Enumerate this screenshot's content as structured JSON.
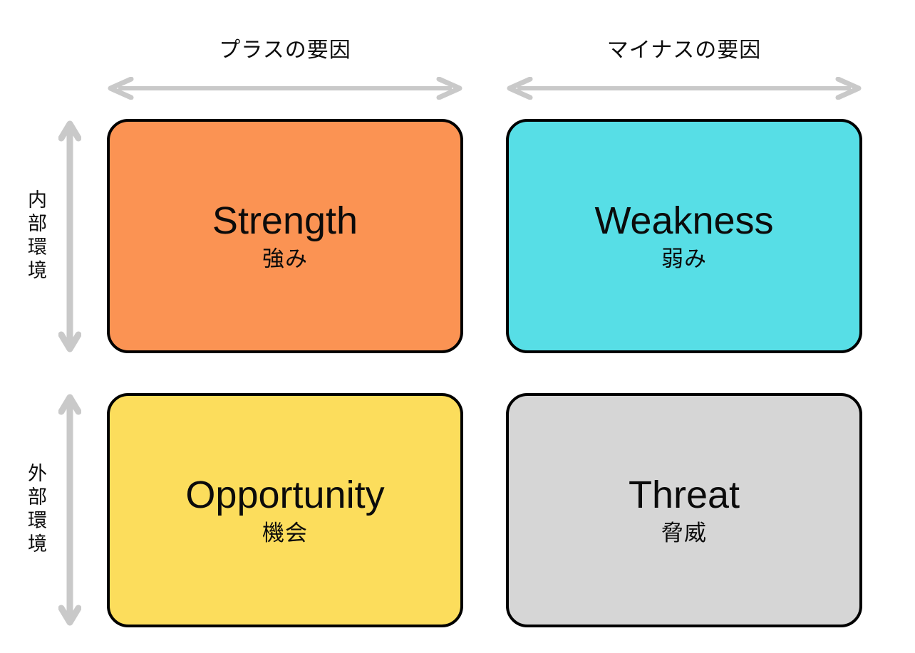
{
  "diagram": {
    "type": "swot-matrix",
    "background_color": "#FFFFFF",
    "columns": [
      {
        "id": "positive",
        "label": "プラスの要因"
      },
      {
        "id": "negative",
        "label": "マイナスの要因"
      }
    ],
    "rows": [
      {
        "id": "internal",
        "label": "内部環境"
      },
      {
        "id": "external",
        "label": "外部環境"
      }
    ],
    "arrow_color": "#C9C9C9",
    "border_color": "#000000",
    "quadrants": [
      {
        "id": "strength",
        "title": "Strength",
        "subtitle": "強み",
        "color": "#FB9353",
        "row": "internal",
        "column": "positive"
      },
      {
        "id": "weakness",
        "title": "Weakness",
        "subtitle": "弱み",
        "color": "#57DEE6",
        "row": "internal",
        "column": "negative"
      },
      {
        "id": "opportunity",
        "title": "Opportunity",
        "subtitle": "機会",
        "color": "#FCDD5C",
        "row": "external",
        "column": "positive"
      },
      {
        "id": "threat",
        "title": "Threat",
        "subtitle": "脅威",
        "color": "#D6D6D6",
        "row": "external",
        "column": "negative"
      }
    ]
  }
}
